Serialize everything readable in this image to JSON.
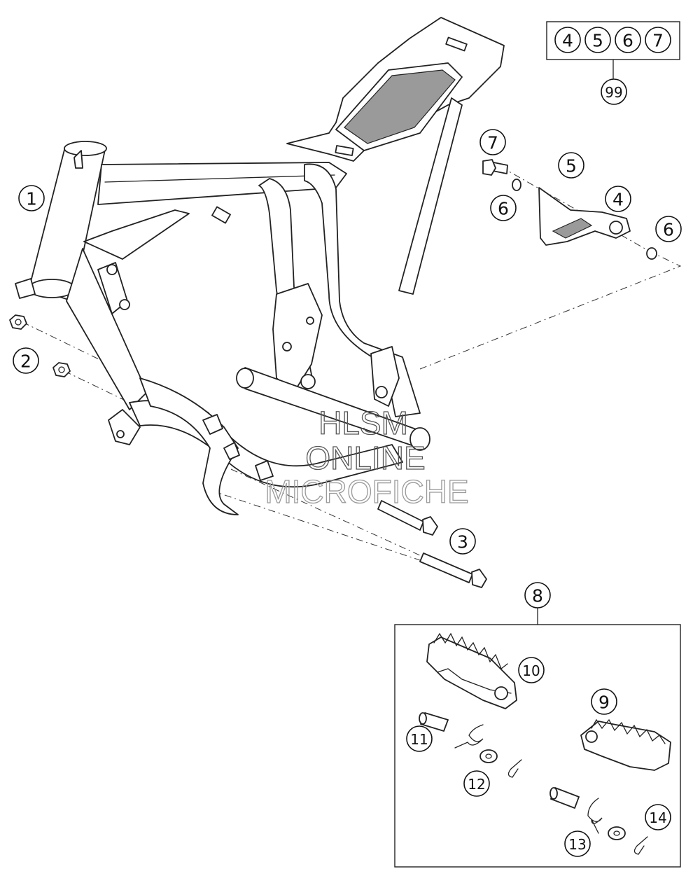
{
  "kit_box": {
    "members": [
      "4",
      "5",
      "6",
      "7"
    ],
    "kit_number": "99"
  },
  "callouts": {
    "c1": "1",
    "c2": "2",
    "c3": "3",
    "c4": "4",
    "c5": "5",
    "c6a": "6",
    "c6b": "6",
    "c7": "7",
    "c8": "8",
    "c9": "9",
    "c10": "10",
    "c11": "11",
    "c12": "12",
    "c13": "13",
    "c14": "14"
  },
  "watermark": {
    "line1": "HLSM",
    "line2": "ONLINE",
    "line3": "MICROFICHE"
  }
}
